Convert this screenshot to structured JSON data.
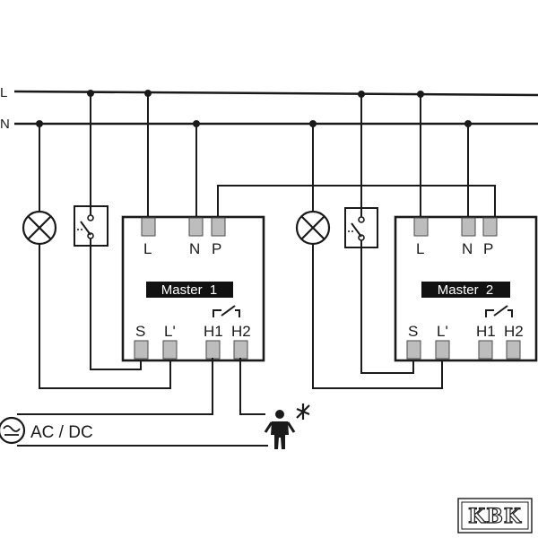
{
  "bus": {
    "line_label": "L",
    "neutral_label": "N"
  },
  "module1": {
    "title": "Master  1",
    "top_terminals": [
      "L",
      "N",
      "P"
    ],
    "bottom_terminals": [
      "S",
      "L'",
      "H1",
      "H2"
    ]
  },
  "module2": {
    "title": "Master  2",
    "top_terminals": [
      "L",
      "N",
      "P"
    ],
    "bottom_terminals": [
      "S",
      "L'",
      "H1",
      "H2"
    ]
  },
  "supply": {
    "label": "AC / DC"
  },
  "logo": {
    "text": "KBK"
  },
  "icons": [
    "lamp-icon",
    "pushbutton-icon",
    "relay-contact-icon",
    "ac-source-icon",
    "motion-sensor-icon"
  ]
}
